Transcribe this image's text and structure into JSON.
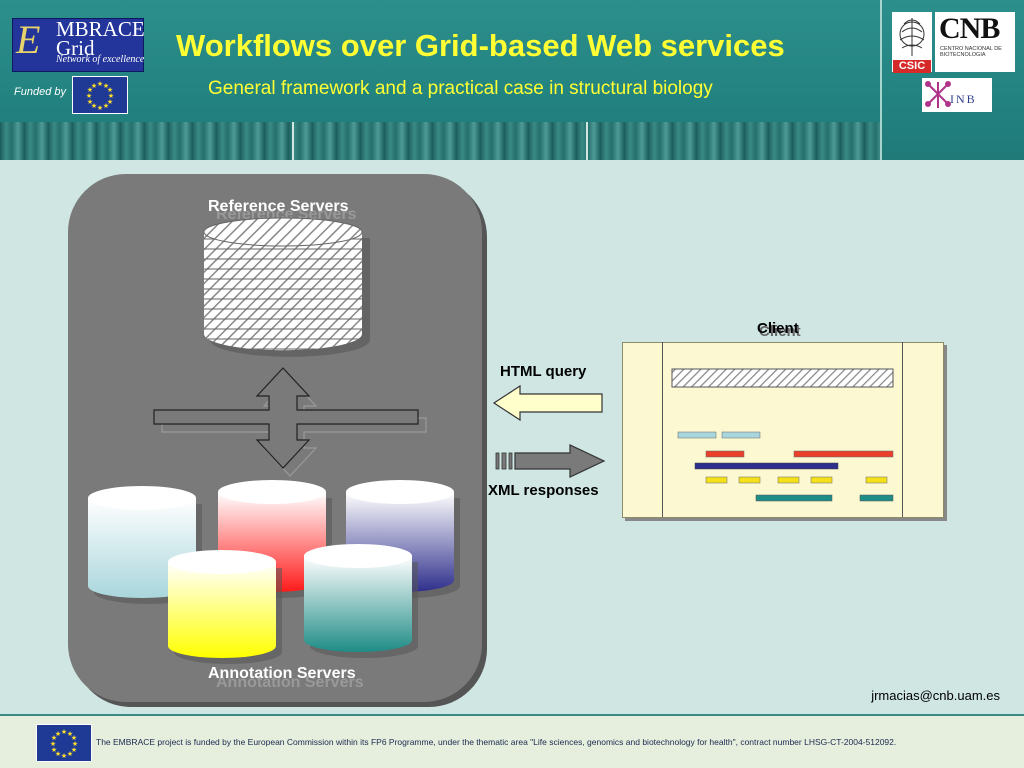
{
  "header": {
    "logo_title": "MBRACE\nGrid",
    "logo_title_line1": "MBRACE",
    "logo_title_line2": "Grid",
    "logo_subtitle": "Network of excellence",
    "funded_by": "Funded by",
    "title": "Workflows over Grid-based Web services",
    "subtitle": "General framework and a practical case in structural biology",
    "csic_label": "CSIC",
    "cnb_label": "CNB",
    "cnb_sub": "CENTRO NACIONAL DE BIOTECNOLOGIA",
    "inb_label": "INB"
  },
  "diagram": {
    "reference_servers": "Reference Servers",
    "annotation_servers": "Annotation Servers",
    "client": "Client",
    "html_query": "HTML query",
    "xml_responses": "XML responses"
  },
  "contact": {
    "email": "jrmacias@cnb.uam.es"
  },
  "footer": {
    "text": "The EMBRACE project is funded by the European Commission within its FP6 Programme, under the thematic area \"Life sciences, genomics and biotechnology for health\", contract number LHSG-CT-2004-512092."
  },
  "colors": {
    "header_bg": "#238481",
    "title_yellow": "#ffff33",
    "panel_gray": "#7a7a7a",
    "client_bg": "#fbf8d2",
    "track_red": "#e8402a",
    "track_navy": "#2e2e8c",
    "track_yellow": "#f5e11a",
    "track_teal": "#1f8c86",
    "track_lightblue": "#a9d6dc"
  }
}
